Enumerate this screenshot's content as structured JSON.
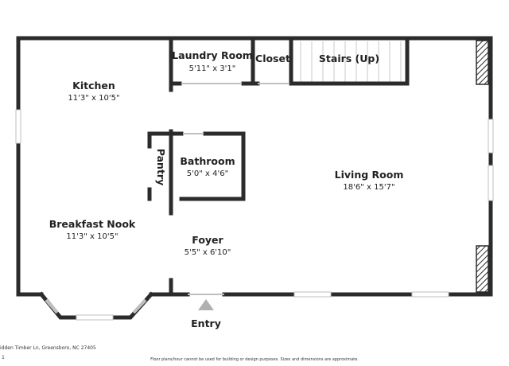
{
  "rooms": {
    "kitchen": {
      "name": "Kitchen",
      "dims": "11'3\" x 10'5\""
    },
    "laundry": {
      "name": "Laundry Room",
      "dims": "5'11\" x 3'1\""
    },
    "closet": {
      "name": "Closet"
    },
    "stairs": {
      "name": "Stairs (Up)"
    },
    "pantry": {
      "name": "Pantry"
    },
    "bathroom": {
      "name": "Bathroom",
      "dims": "5'0\" x 4'6\""
    },
    "living_room": {
      "name": "Living Room",
      "dims": "18'6\" x 15'7\""
    },
    "breakfast_nook": {
      "name": "Breakfast Nook",
      "dims": "11'3\" x 10'5\""
    },
    "foyer": {
      "name": "Foyer",
      "dims": "5'5\" x 6'10\""
    }
  },
  "entry": {
    "label": "Entry"
  },
  "footer": {
    "address": "idden Timber Ln, Greensboro, NC 27405",
    "page": "1",
    "disclaimer": "Floor plans/hour cannot be used for building or design purposes. Sizes and dimensions are approximate."
  },
  "colors": {
    "wall": "#2b2b2b",
    "window": "#bfbfbf",
    "entry_marker": "#b0b0b0"
  }
}
